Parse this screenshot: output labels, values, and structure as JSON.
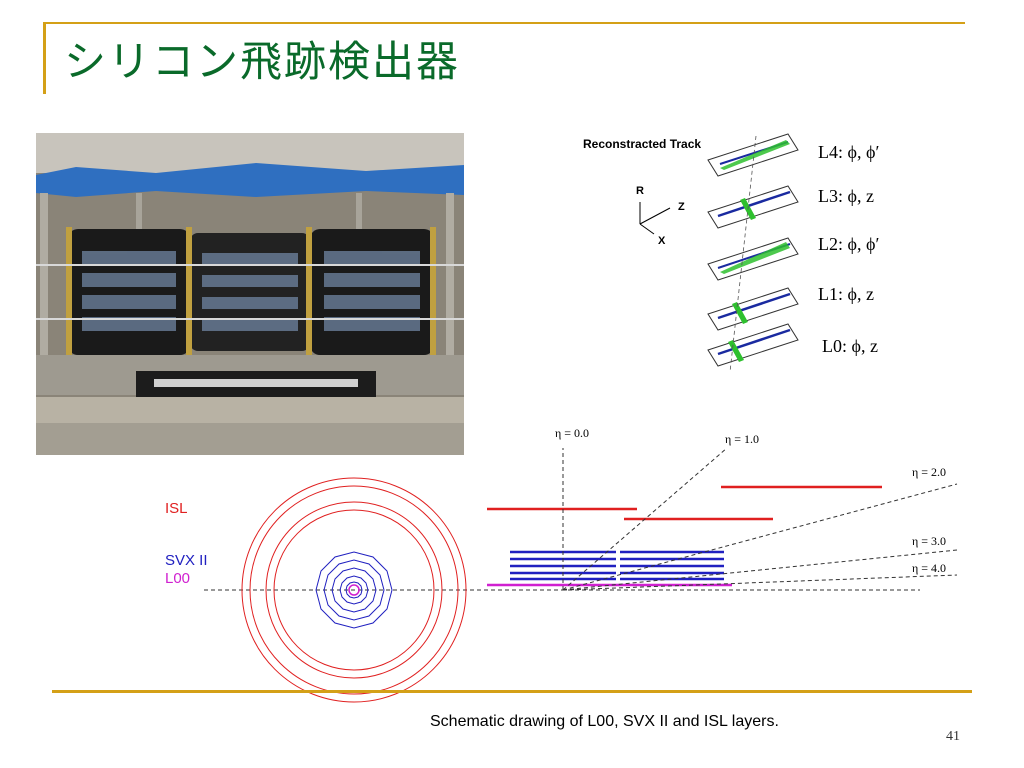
{
  "slide": {
    "title": "シリコン飛跡検出器",
    "caption": "Schematic drawing of L00, SVX II and ISL layers.",
    "page_number": "41"
  },
  "track_diagram": {
    "heading": "Reconstracted Track",
    "axes": {
      "r": "R",
      "z": "Z",
      "x": "X"
    },
    "layers": [
      {
        "label": "L4:  ϕ, ϕ′"
      },
      {
        "label": "L3:  ϕ, z"
      },
      {
        "label": "L2:  ϕ, ϕ′"
      },
      {
        "label": "L1:  ϕ, z"
      },
      {
        "label": "L0:  ϕ, z"
      }
    ]
  },
  "schematic": {
    "legend": [
      {
        "label": "ISL",
        "color": "#e02020"
      },
      {
        "label": "SVX II",
        "color": "#2020c0"
      },
      {
        "label": "L00",
        "color": "#d020d0"
      }
    ],
    "eta_lines": [
      {
        "label": "η = 0.0"
      },
      {
        "label": "η = 1.0"
      },
      {
        "label": "η = 2.0"
      },
      {
        "label": "η = 3.0"
      },
      {
        "label": "η = 4.0"
      }
    ]
  },
  "colors": {
    "accent_gold": "#d4a017",
    "title_green": "#0a6a2a",
    "isl_red": "#e02020",
    "svx_blue": "#2020c0",
    "l00_magenta": "#d020d0",
    "track_green": "#20c020"
  }
}
